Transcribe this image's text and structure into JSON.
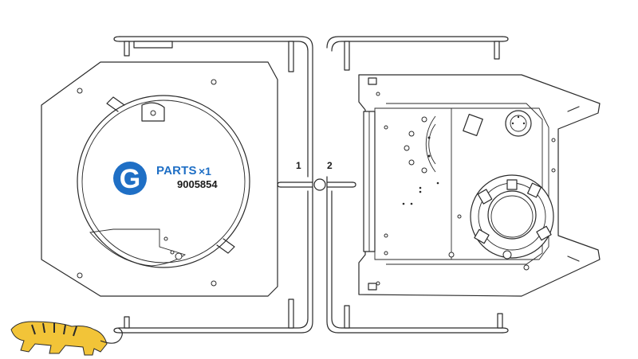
{
  "sprue": {
    "letter": "G",
    "parts_label": "PARTS",
    "parts_count": "×1",
    "part_number": "9005854",
    "part_numbers": [
      "1",
      "2"
    ]
  },
  "colors": {
    "g_badge": "#1f6fc5",
    "parts_text": "#1f6fc5",
    "line": "#2a2a2a",
    "logo_fill": "#f2c438"
  },
  "icons": {
    "logo": "tiger-logo-icon"
  }
}
